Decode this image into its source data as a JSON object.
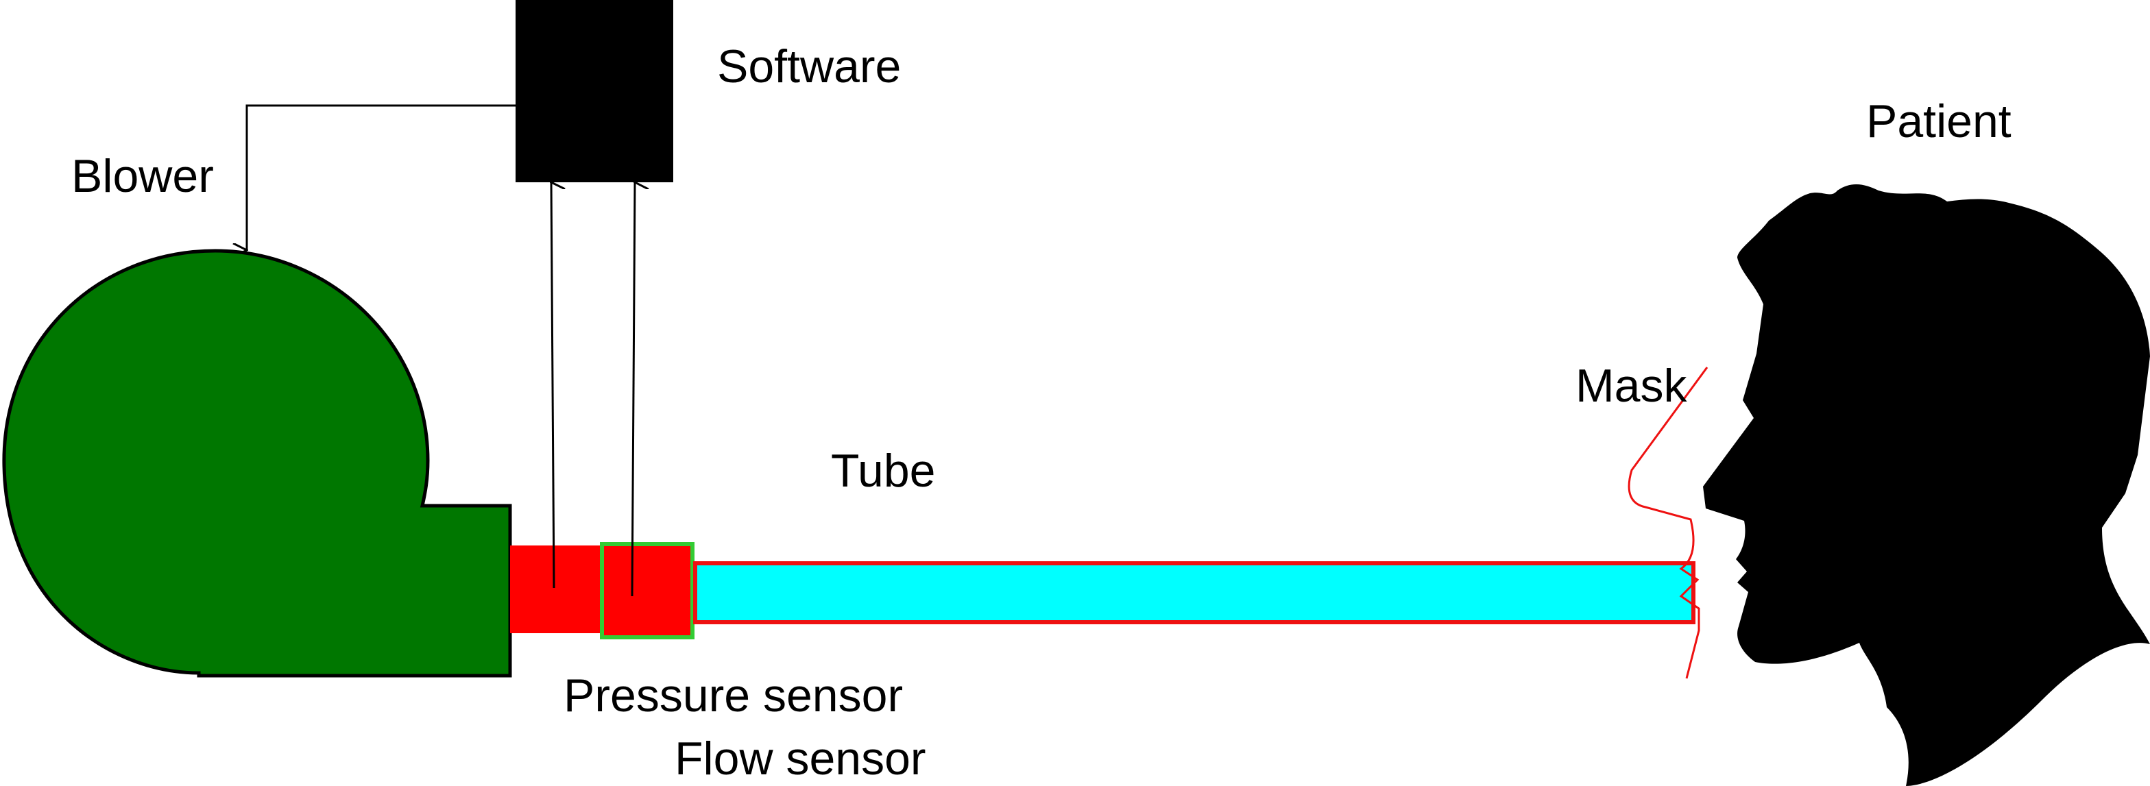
{
  "labels": {
    "software": "Software",
    "blower": "Blower",
    "tube": "Tube",
    "mask": "Mask",
    "patient": "Patient",
    "pressure_sensor": "Pressure sensor",
    "flow_sensor": "Flow sensor"
  },
  "colors": {
    "blower_fill": "#007700",
    "sensor_fill": "#ff0000",
    "flow_sensor_outline": "#33cc33",
    "tube_fill": "#00ffff",
    "tube_outline": "#ee1111",
    "mask_line": "#ee1111",
    "software_fill": "#000000",
    "patient_fill": "#000000"
  }
}
